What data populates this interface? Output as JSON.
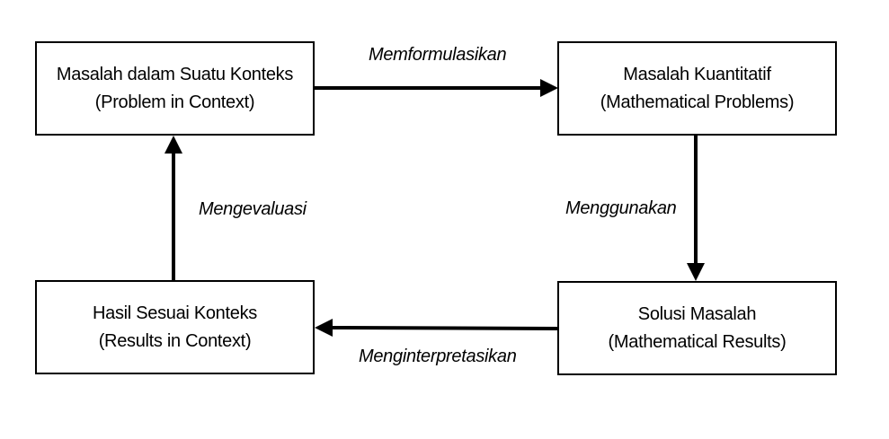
{
  "boxes": {
    "problem_in_context": {
      "line1": "Masalah dalam Suatu Konteks",
      "line2": "(Problem in Context)"
    },
    "mathematical_problems": {
      "line1": "Masalah Kuantitatif",
      "line2": "(Mathematical Problems)"
    },
    "results_in_context": {
      "line1": "Hasil Sesuai Konteks",
      "line2": "(Results in Context)"
    },
    "mathematical_results": {
      "line1": "Solusi Masalah",
      "line2": "(Mathematical Results)"
    }
  },
  "arrows": {
    "formulate": "Memformulasikan",
    "use": "Menggunakan",
    "interpret": "Menginterpretasikan",
    "evaluate": "Mengevaluasi"
  },
  "colors": {
    "stroke": "#000000",
    "background": "#ffffff"
  }
}
